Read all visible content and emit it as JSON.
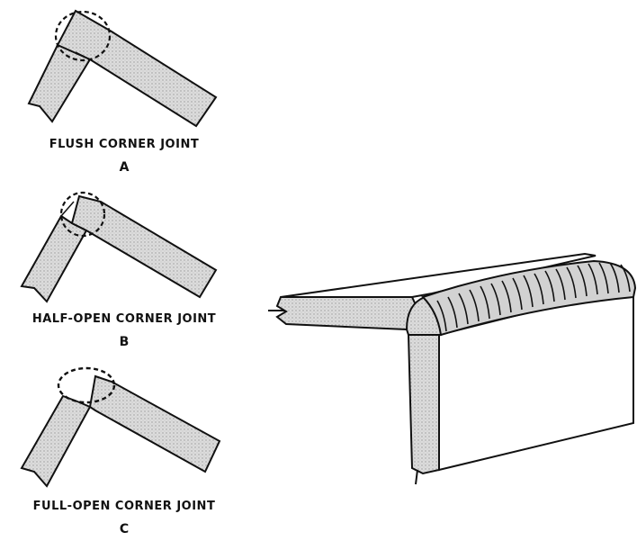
{
  "joints": [
    {
      "label": "FLUSH CORNER JOINT",
      "letter": "A"
    },
    {
      "label": "HALF-OPEN CORNER JOINT",
      "letter": "B"
    },
    {
      "label": "FULL-OPEN CORNER JOINT",
      "letter": "C"
    }
  ],
  "colors": {
    "ink": "#111111",
    "fill": "#d9d9d9",
    "background": "#ffffff"
  }
}
